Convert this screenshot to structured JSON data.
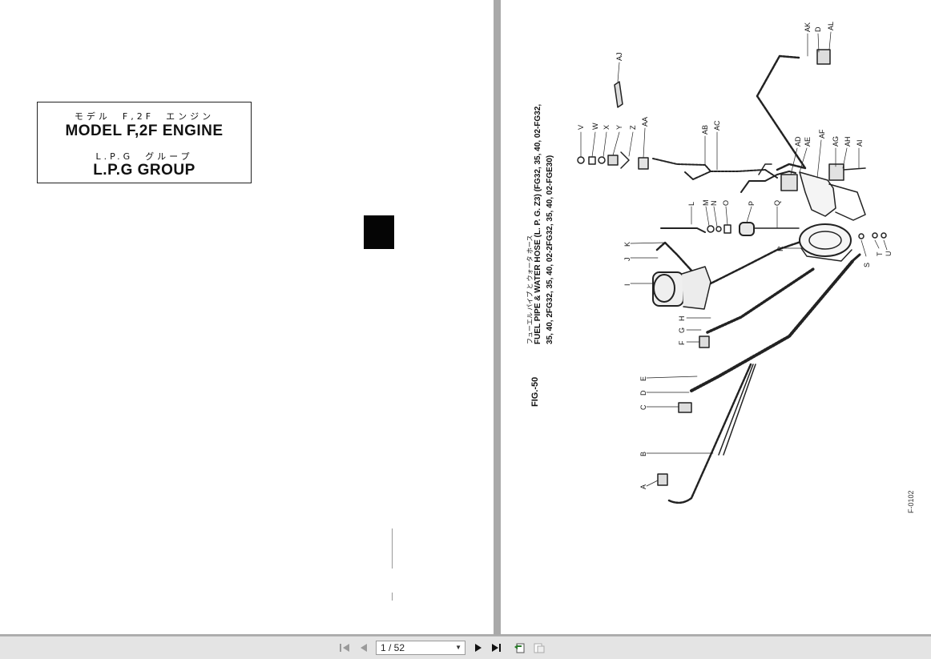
{
  "left_page": {
    "title_box": {
      "jp_model": "モデル　F,2F　エンジン",
      "model": "MODEL F,2F ENGINE",
      "jp_group": "L.P.G　グループ",
      "group": "L.P.G GROUP"
    }
  },
  "right_page": {
    "figure_label": "FIG.-50",
    "caption_jp": "フューエル パイプ と ウォータ ホース",
    "caption_line1": "FUEL PIPE & WATER HOSE (L. P. G. Z3) (FG32, 35, 40, 02-FG32,",
    "caption_line2": "35, 40, 2FG32, 35, 40, 02-2FG32, 35, 40, 02-FGE30)",
    "figure_code": "F-0102",
    "part_labels": [
      "A",
      "B",
      "C",
      "D",
      "E",
      "F",
      "G",
      "H",
      "I",
      "J",
      "K",
      "L",
      "M",
      "N",
      "O",
      "P",
      "Q",
      "R",
      "S",
      "T",
      "U",
      "V",
      "W",
      "X",
      "Y",
      "Z",
      "AA",
      "AB",
      "AC",
      "AD",
      "AE",
      "AF",
      "AG",
      "AH",
      "AI",
      "AJ",
      "AK",
      "D",
      "AL"
    ]
  },
  "toolbar": {
    "page_indicator": "1 / 52",
    "icons": [
      "first-page-icon",
      "previous-page-icon",
      "next-page-icon",
      "last-page-icon",
      "previous-view-icon",
      "next-view-icon"
    ]
  }
}
